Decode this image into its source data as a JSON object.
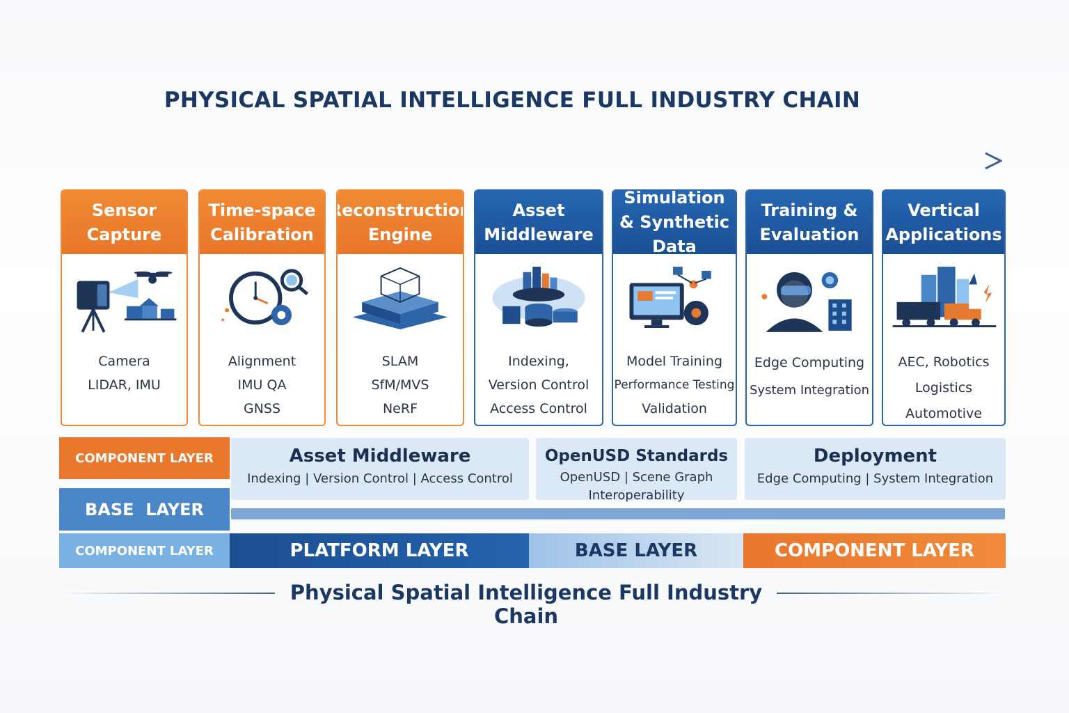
{
  "title": "PHYSICAL SPATIAL INTELLIGENCE FULL INDUSTRY CHAIN",
  "stages": [
    {
      "title": "Sensor\nCapture",
      "items": [
        "Camera",
        "LIDAR, IMU"
      ],
      "theme": "orange",
      "icon": "sensor-capture-icon"
    },
    {
      "title": "Time-space\nCalibration",
      "items": [
        "Alignment",
        "IMU QA",
        "GNSS"
      ],
      "theme": "orange",
      "icon": "calibration-clock-icon"
    },
    {
      "title": "Reconstruction\nEngine",
      "items": [
        "SLAM",
        "SfM/MVS",
        "NeRF"
      ],
      "theme": "orange",
      "icon": "reconstruction-cube-icon"
    },
    {
      "title": "Asset\nMiddleware",
      "items": [
        "Indexing,",
        "Version Control",
        "Access Control"
      ],
      "theme": "blue",
      "icon": "database-city-icon"
    },
    {
      "title": "Simulation\n& Synthetic Data",
      "items": [
        "Model Training",
        "Performance Testing",
        "Validation"
      ],
      "theme": "blue",
      "icon": "monitor-gear-icon"
    },
    {
      "title": "Training &\nEvaluation",
      "items": [
        "Edge Computing",
        "System Integration"
      ],
      "theme": "blue",
      "icon": "vr-person-icon"
    },
    {
      "title": "Vertical\nApplications",
      "items": [
        "AEC, Robotics",
        "Logistics",
        "Automotive"
      ],
      "theme": "blue",
      "icon": "city-vehicles-icon"
    }
  ],
  "layers": {
    "left_top": "COMPONENT LAYER",
    "left_middle": "BASE  LAYER",
    "left_bottom": "COMPONENT LAYER"
  },
  "panels": [
    {
      "title": "Asset Middleware",
      "sub": "Indexing | Version Control  | Access Control"
    },
    {
      "title": "OpenUSD Standards",
      "sub": "OpenUSD | Scene Graph Interoperability"
    },
    {
      "title": "Deployment",
      "sub": "Edge Computing | System Integration"
    }
  ],
  "bottom_bars": [
    {
      "label": "PLATFORM LAYER"
    },
    {
      "label": "BASE LAYER"
    },
    {
      "label": "COMPONENT LAYER"
    }
  ],
  "footer": "Physical Spatial Intelligence Full Industry Chain",
  "colors": {
    "orange": "#ee8a3b",
    "blue": "#1f5aa6",
    "navy": "#1b3763",
    "light_blue": "#dbe8f5"
  }
}
